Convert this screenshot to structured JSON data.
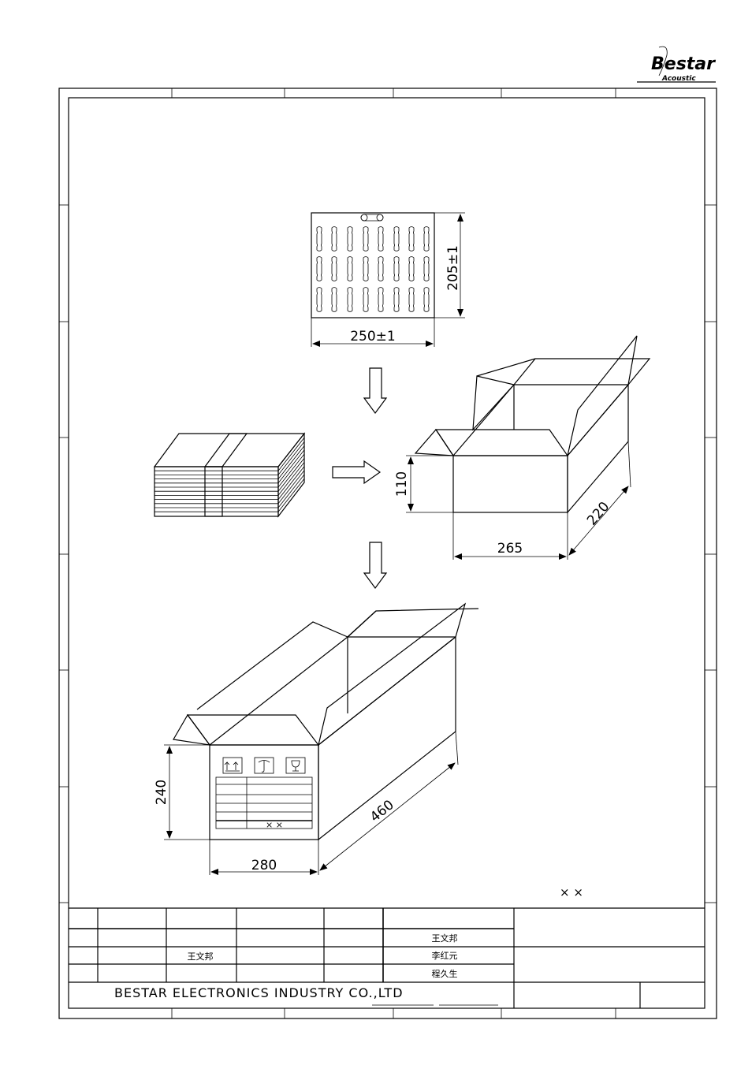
{
  "logo": {
    "brand": "Bestar",
    "sub": "Acoustic"
  },
  "dimensions": {
    "tray_height": "205±1",
    "tray_width": "250±1",
    "inner_box_height": "110",
    "inner_box_width": "265",
    "inner_box_depth": "220",
    "outer_box_height": "240",
    "outer_box_width": "280",
    "outer_box_depth": "460"
  },
  "carton_label": {
    "marks": "× ×"
  },
  "note_marks": "×    ×",
  "title_block": {
    "row1_name": "王文邦",
    "row2_name_left": "王文邦",
    "row2_name_right": "李红元",
    "row3_name": "程久生",
    "company": "BESTAR ELECTRONICS INDUSTRY CO.,LTD"
  }
}
